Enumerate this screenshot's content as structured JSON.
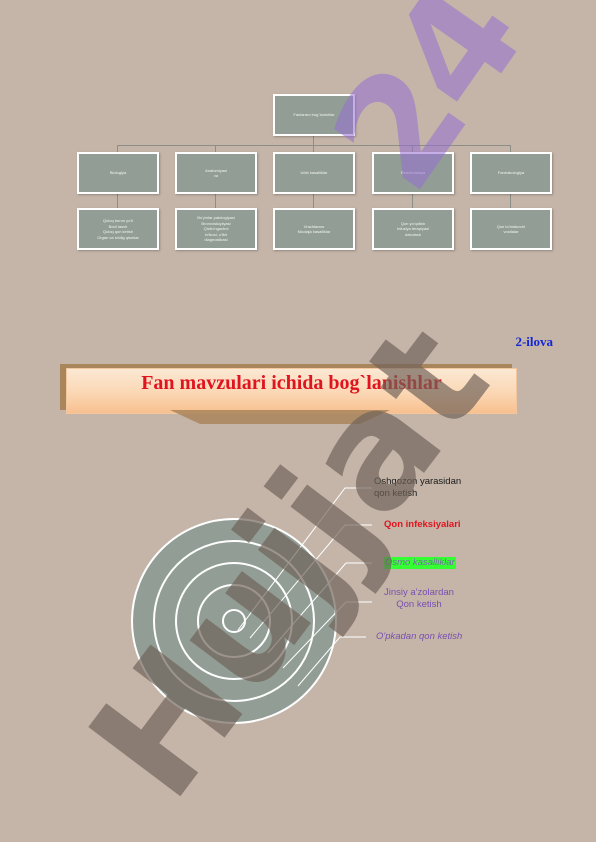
{
  "org_chart": {
    "root": "Fanlararo bog`lanishlar",
    "categories": [
      {
        "title": "Biologiya",
        "detail": "Quloq burun yo'li\nBodi tasvir\nQuloq qon ketish\nOrgan va ichilig qismlar"
      },
      {
        "title": "Anatomiyasi\nva",
        "detail": "Bo'yinlar patologiyasi\nBronxoskopiyasi\nQizilo'ngachni\nin'ikosi, o'tkir\ndiagnostikasi"
      },
      {
        "title": "Ichki kasalliklar",
        "detail": "Vrachlararo\nMuolaja kasalliklar"
      },
      {
        "title": "Reanimatsiya",
        "detail": "Qon yo'qotish\nInfuziya terapiyasi\ndavolash"
      },
      {
        "title": "Farmakologiya",
        "detail": "Qon to'xtatuvchi\nvositalar"
      }
    ]
  },
  "appendix_label": "2-ilova",
  "banner_title": "Fan mavzulari ichida bog`lanishlar",
  "circle_labels": [
    {
      "text": "Oshqozon yarasidan\nqon ketish",
      "color": "#1a1a1a",
      "bold": false,
      "italic": false,
      "highlight": ""
    },
    {
      "text": "Qon infeksiyalari",
      "color": "#e0141e",
      "bold": true,
      "italic": false,
      "highlight": ""
    },
    {
      "text": "Osmo kasalliklar",
      "color": "#7a6aa8",
      "bold": false,
      "italic": true,
      "highlight": "#33ff33"
    },
    {
      "text": "Jinsiy a'zolardan\nQon ketish",
      "color": "#7a4fb0",
      "bold": false,
      "italic": false,
      "highlight": ""
    },
    {
      "text": "O'pkadan qon ketish",
      "color": "#7a4fb0",
      "bold": false,
      "italic": true,
      "highlight": ""
    }
  ],
  "watermarks": {
    "primary": "Hujjat",
    "secondary": "24"
  },
  "colors": {
    "background": "#c4b5a8",
    "box_fill": "#929e95",
    "circle_fill": "#929e95",
    "banner_title": "#e0141e",
    "appendix": "#1326d6"
  }
}
